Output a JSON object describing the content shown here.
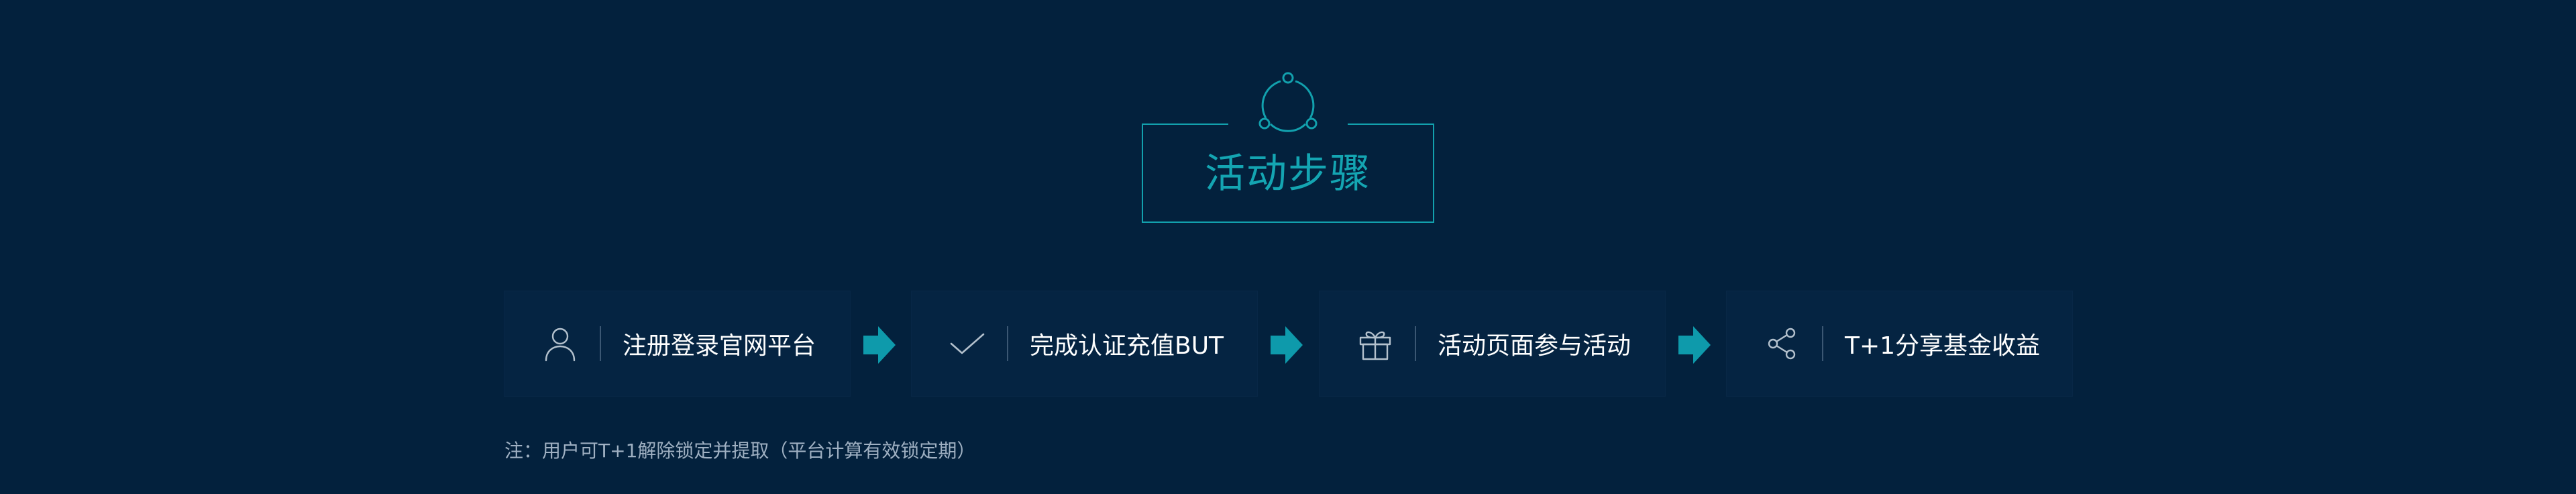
{
  "title": "活动步骤",
  "title_icon": "three-node-cycle-icon",
  "steps": [
    {
      "icon": "user-icon",
      "label": "注册登录官网平台"
    },
    {
      "icon": "check-icon",
      "label": "完成认证充值BUT"
    },
    {
      "icon": "gift-icon",
      "label": "活动页面参与活动"
    },
    {
      "icon": "share-icon",
      "label": "T+1分享基金收益"
    }
  ],
  "arrow_icon": "arrow-right-icon",
  "note": "注：用户可T+1解除锁定并提取（平台计算有效锁定期）",
  "colors": {
    "background": "#03213d",
    "card": "#052442",
    "accent": "#14a5b2",
    "text": "#ffffff",
    "muted": "#9fb0c2"
  }
}
